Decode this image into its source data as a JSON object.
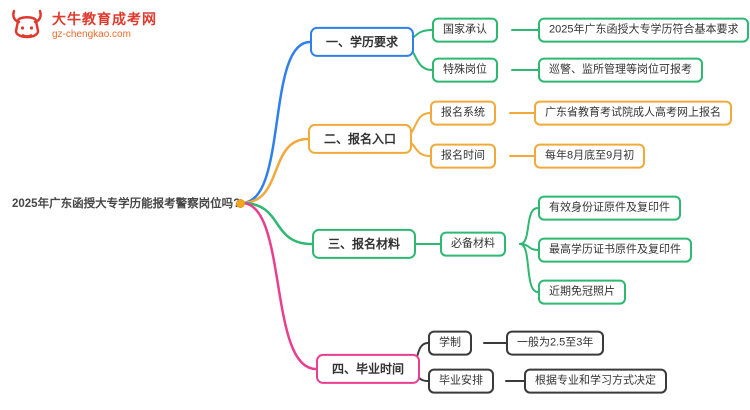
{
  "palette": {
    "blue": "#2f80ed",
    "orange": "#f2a93b",
    "green": "#2eb872",
    "pink": "#ea3e8e",
    "dark": "#3a3a3a",
    "brand_red": "#e03a2f",
    "root_dot": "#f5a623"
  },
  "logo": {
    "brand": "大牛教育成考网",
    "domain": "gz-chengkao.com"
  },
  "root": {
    "label": "2025年广东函授大专学历能报考警察岗位吗?"
  },
  "branches": [
    {
      "label": "一、学历要求",
      "children": [
        {
          "label": "国家承认",
          "leaves": [
            "2025年广东函授大专学历符合基本要求"
          ]
        },
        {
          "label": "特殊岗位",
          "leaves": [
            "巡警、监所管理等岗位可报考"
          ]
        }
      ]
    },
    {
      "label": "二、报名入口",
      "children": [
        {
          "label": "报名系统",
          "leaves": [
            "广东省教育考试院成人高考网上报名"
          ]
        },
        {
          "label": "报名时间",
          "leaves": [
            "每年8月底至9月初"
          ]
        }
      ]
    },
    {
      "label": "三、报名材料",
      "children": [
        {
          "label": "必备材料",
          "leaves": [
            "有效身份证原件及复印件",
            "最高学历证书原件及复印件",
            "近期免冠照片"
          ]
        }
      ]
    },
    {
      "label": "四、毕业时间",
      "children": [
        {
          "label": "学制",
          "leaves": [
            "一般为2.5至3年"
          ]
        },
        {
          "label": "毕业安排",
          "leaves": [
            "根据专业和学习方式决定"
          ]
        }
      ]
    }
  ]
}
